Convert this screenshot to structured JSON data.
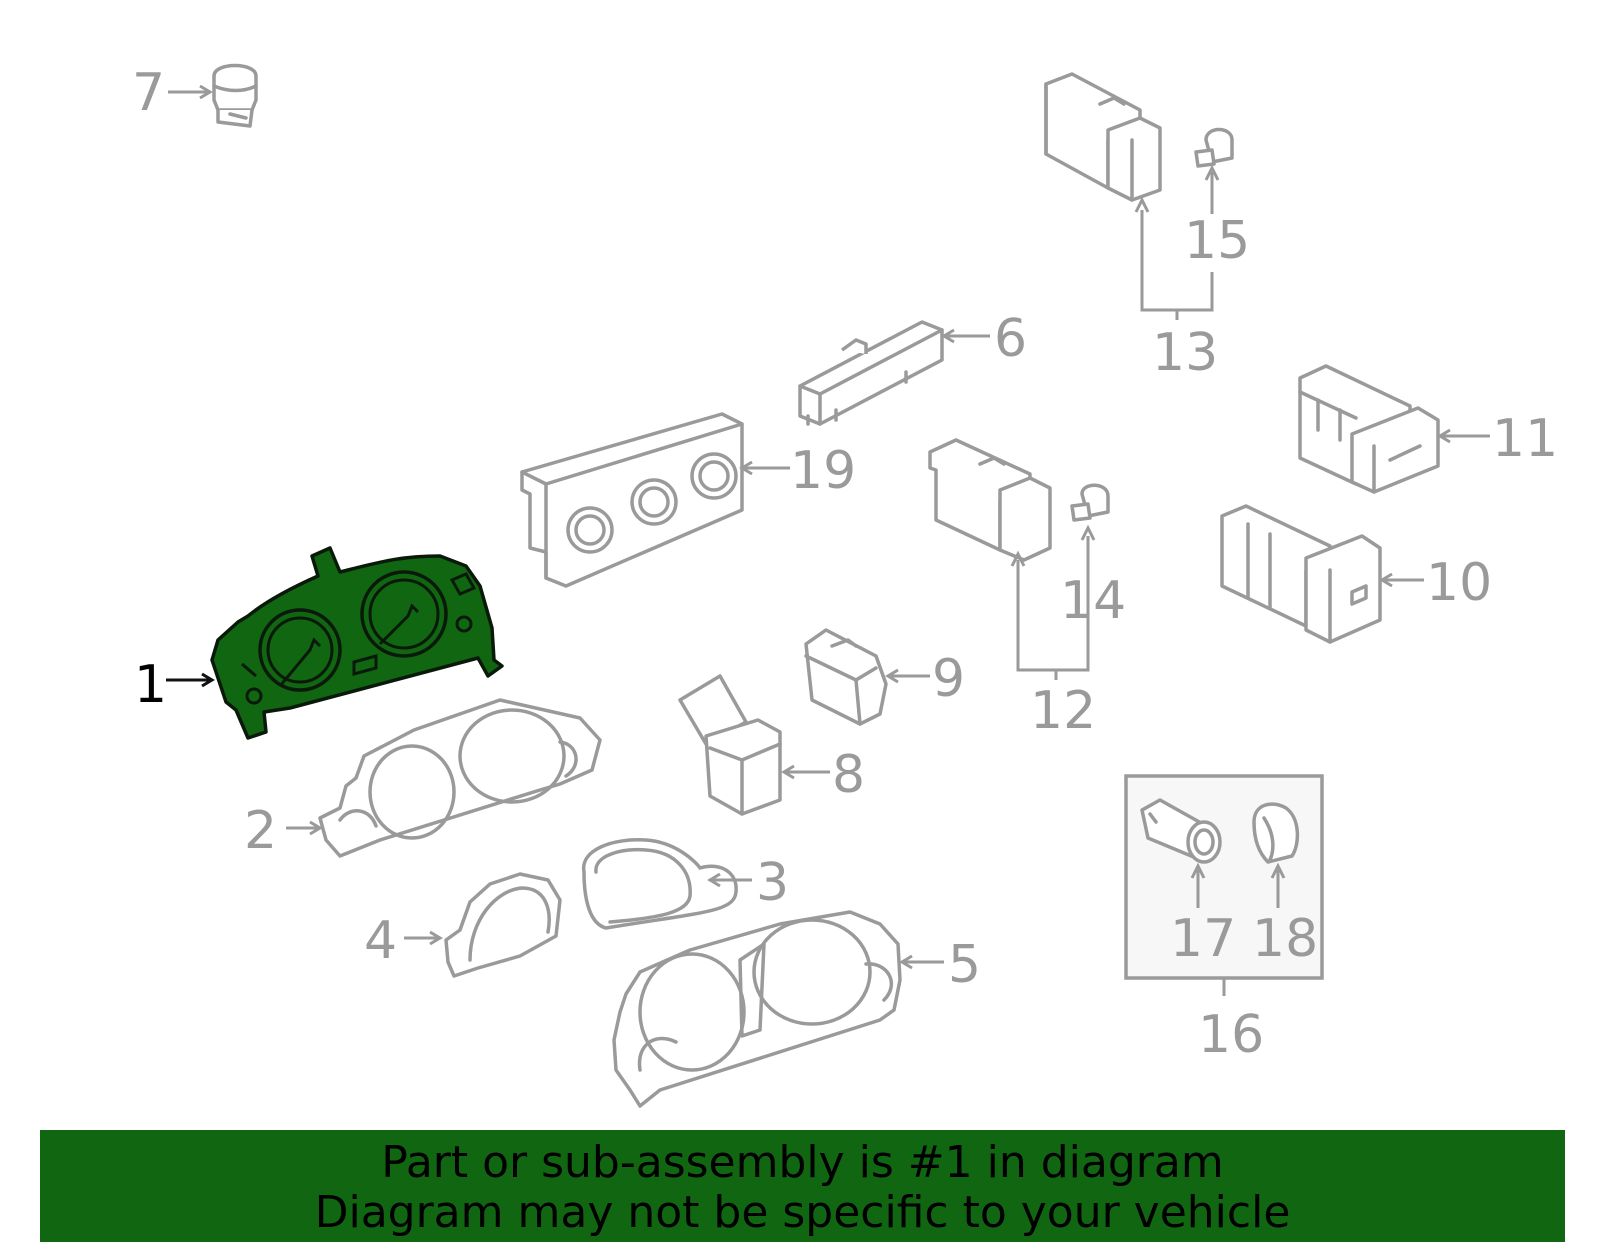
{
  "callouts": {
    "c1": "1",
    "c2": "2",
    "c3": "3",
    "c4": "4",
    "c5": "5",
    "c6": "6",
    "c7": "7",
    "c8": "8",
    "c9": "9",
    "c10": "10",
    "c11": "11",
    "c12": "12",
    "c13": "13",
    "c14": "14",
    "c15": "15",
    "c16": "16",
    "c17": "17",
    "c18": "18",
    "c19": "19"
  },
  "highlighted_part": "1",
  "colors": {
    "highlight": "#116611",
    "parts": "#9a9a9a",
    "banner": "#116611"
  },
  "banner": {
    "line1": "Part or sub-assembly is #1 in diagram",
    "line2": "Diagram may not be specific to your vehicle"
  }
}
